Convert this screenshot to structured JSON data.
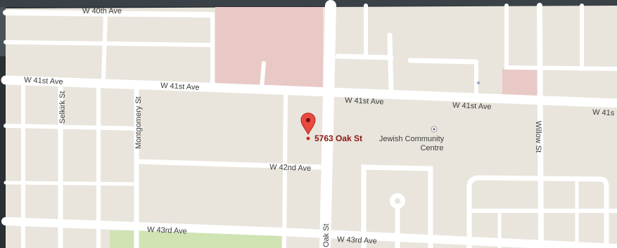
{
  "map": {
    "colors": {
      "land": "#e9e5dc",
      "road": "#ffffff",
      "building": "#e8c9c6",
      "park": "#cfe3b3",
      "frame": "#2a2f33",
      "marker": "#e84a3f",
      "marker_label": "#8a1612"
    },
    "streets": {
      "w40th": "W 40th Ave",
      "w41st_1": "W 41st Ave",
      "w41st_2": "W 41st Ave",
      "w41st_3": "W 41st Ave",
      "w41st_4": "W 41st Ave",
      "w41s_cut": "W 41s",
      "w42nd": "W 42nd Ave",
      "w43rd_1": "W 43rd Ave",
      "w43rd_2": "W 43rd Ave",
      "selkirk": "Selkirk St",
      "montgomery": "Montgomery St",
      "oak": "Oak St",
      "willow": "Willow St"
    },
    "marker": {
      "label": "5763 Oak St",
      "icon": "map-pin-icon"
    },
    "poi": {
      "line1": "Jewish Community",
      "line2": "Centre",
      "icon": "poi-dot-icon"
    }
  }
}
